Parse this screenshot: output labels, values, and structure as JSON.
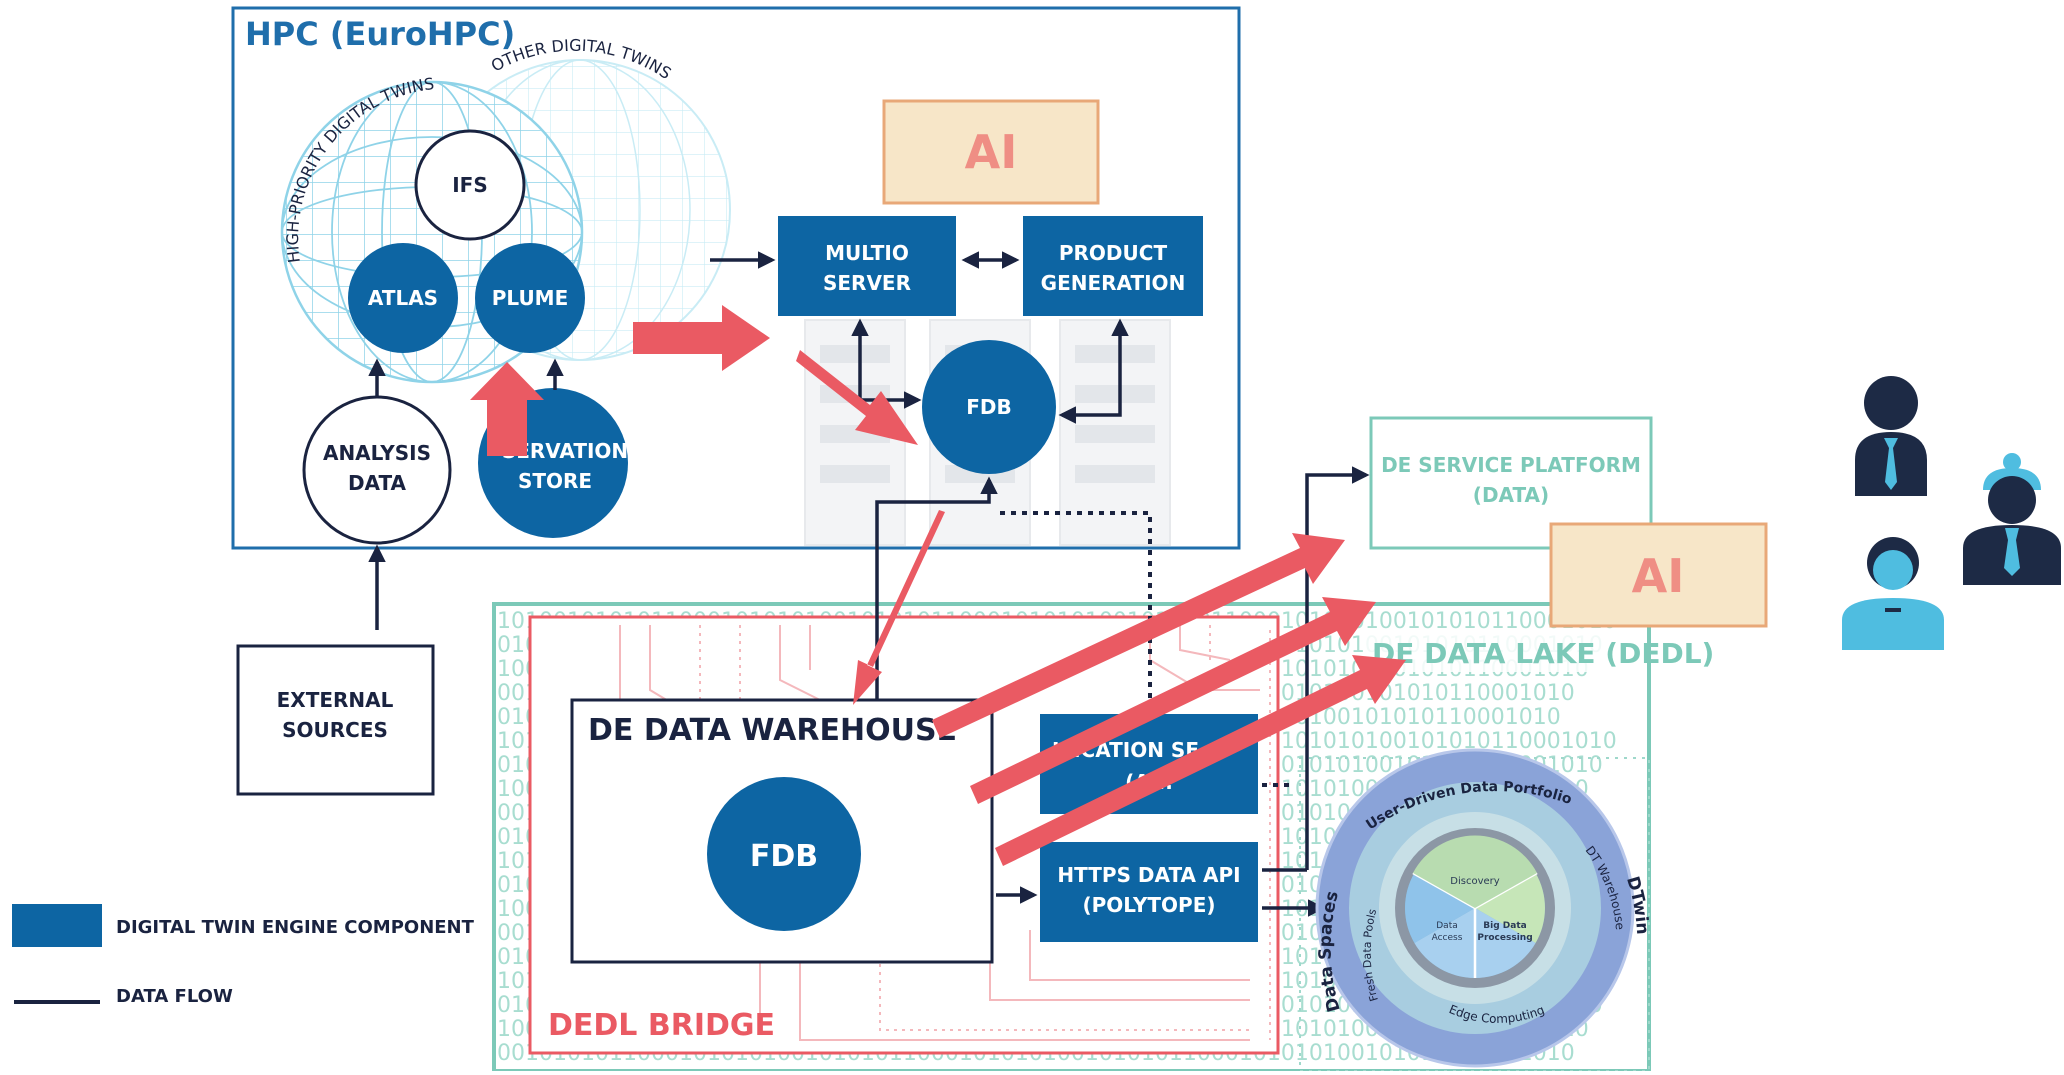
{
  "colors": {
    "engine_blue": "#0d65a3",
    "navy": "#1a2340",
    "hpc_border": "#1f6eab",
    "teal": "#7cc9b8",
    "red_arrow": "#ea5a63",
    "ai_fill": "#f7e6c8",
    "ai_border": "#e8a878",
    "ai_text": "#ef8e84",
    "user_dark": "#1d2a45",
    "user_light": "#4fbde0"
  },
  "hpc": {
    "title": "HPC (EuroHPC)"
  },
  "twins": {
    "high_priority": "HIGH-PRIORITY DIGITAL TWINS",
    "other": "OTHER DIGITAL TWINS"
  },
  "nodes": {
    "ifs": "IFS",
    "atlas": "ATLAS",
    "plume": "PLUME",
    "analysis_data_1": "ANALYSIS",
    "analysis_data_2": "DATA",
    "obs_store_1": "SERVATION",
    "obs_store_2": "STORE",
    "multio_1": "MULTIO",
    "multio_2": "SERVER",
    "product_1": "PRODUCT",
    "product_2": "GENERATION",
    "fdb_hpc": "FDB",
    "external_1": "EXTERNAL",
    "external_2": "SOURCES",
    "warehouse_title": "DE DATA WAREHOUSE",
    "fdb_warehouse": "FDB",
    "notification_1": "IFICATION SE",
    "notification_2": "(A...",
    "https_api_1": "HTTPS DATA API",
    "https_api_2": "(POLYTOPE)",
    "service_platform_1": "DE SERVICE PLATFORM",
    "service_platform_2": "(DATA)",
    "data_lake": "DE DATA LAKE (DEDL)",
    "dedl_bridge": "DEDL BRIDGE"
  },
  "ai_labels": [
    "AI",
    "AI"
  ],
  "portfolio": {
    "outer_left": "Data Spaces",
    "outer_right": "DTwin",
    "top": "User-Driven Data Portfolio",
    "mid_left": "Fresh Data Pools",
    "mid_right": "DT Warehouse",
    "mid_bottom": "Edge Computing",
    "inner_top": "Discovery",
    "inner_left_1": "Data",
    "inner_left_2": "Access",
    "inner_right_1": "Big Data",
    "inner_right_2": "Processing"
  },
  "binary_text": "10100101010110001010",
  "legend": {
    "component": "DIGITAL TWIN ENGINE COMPONENT",
    "flow": "DATA FLOW"
  }
}
